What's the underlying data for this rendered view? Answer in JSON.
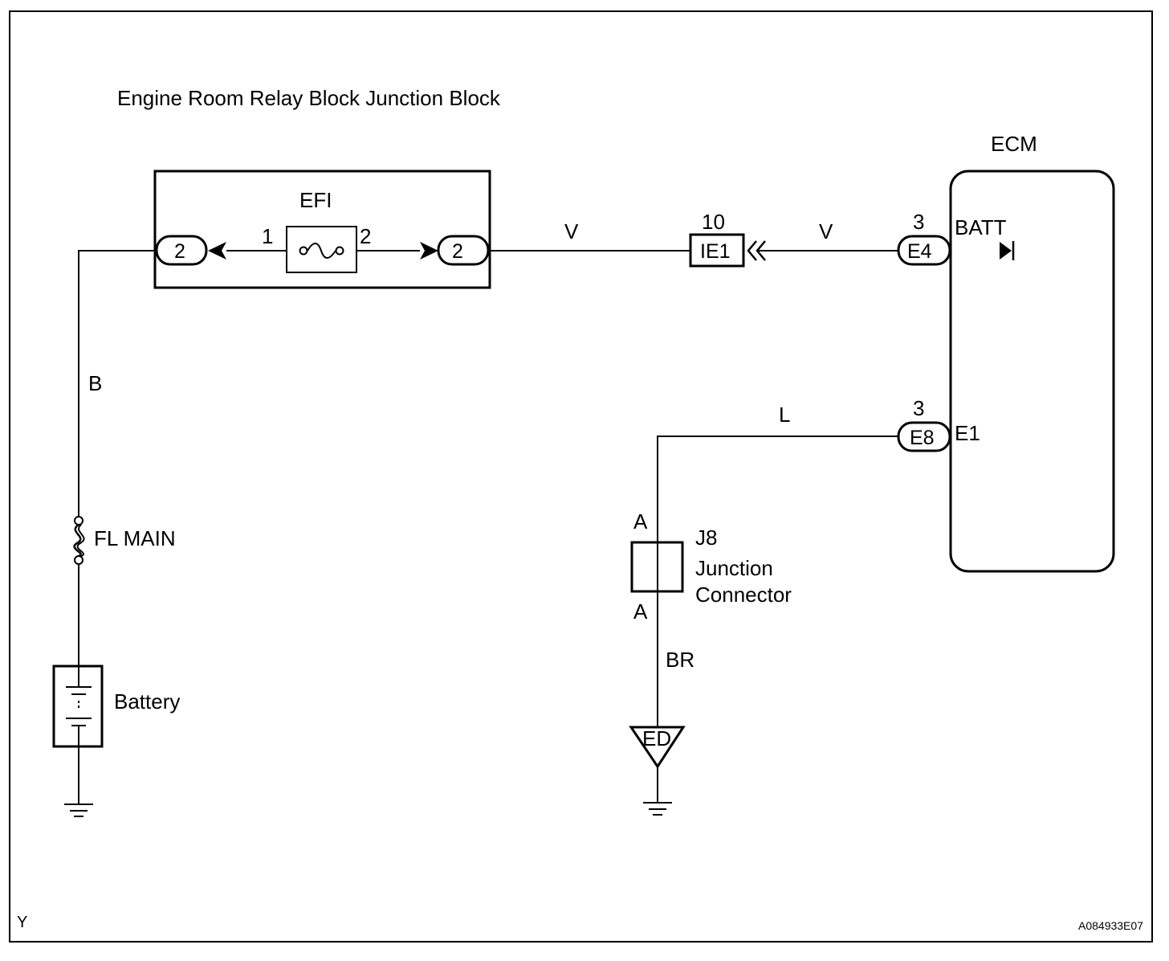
{
  "title": "Engine Room Relay Block Junction Block",
  "relay_block": {
    "fuse_name": "EFI",
    "fuse_pin_in": "1",
    "fuse_pin_out": "2",
    "connector_left": "2",
    "connector_right": "2"
  },
  "wires": {
    "efi_to_ie1": "V",
    "ie1_to_ecm": "V",
    "battery_feed": "B",
    "ground_feed": "L",
    "ground_lead": "BR"
  },
  "ie1_connector": {
    "id": "IE1",
    "pin": "10"
  },
  "ecm": {
    "label": "ECM",
    "batt_connector": "E4",
    "batt_pin": "3",
    "batt_terminal": "BATT",
    "e1_connector": "E8",
    "e1_pin": "3",
    "e1_terminal": "E1"
  },
  "fl_main": "FL MAIN",
  "battery": "Battery",
  "junction": {
    "id": "J8",
    "name_line1": "Junction",
    "name_line2": "Connector",
    "pin_top": "A",
    "pin_bottom": "A"
  },
  "ground_point": "ED",
  "corner_left": "Y",
  "figure_code": "A084933E07"
}
